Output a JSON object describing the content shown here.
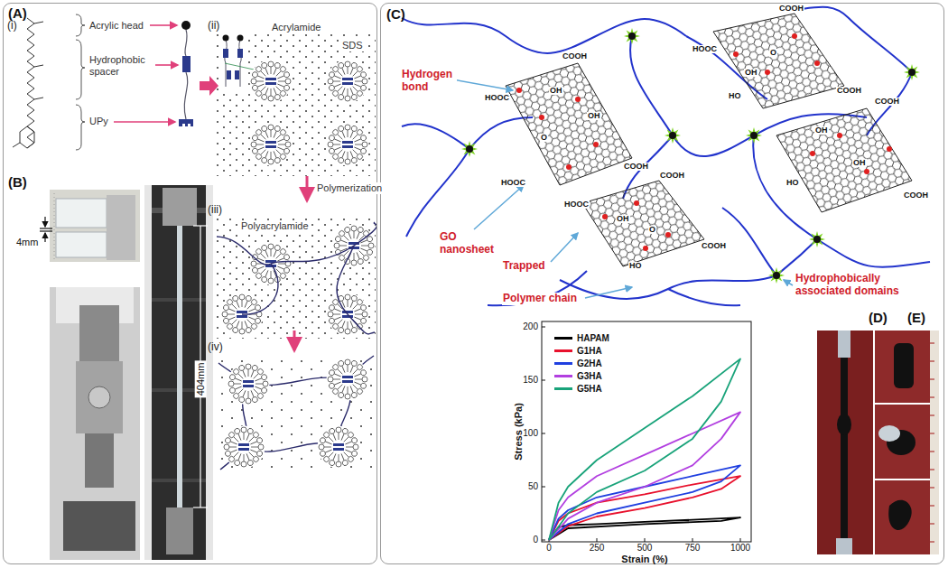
{
  "diagram": {
    "nodes": [
      {
        "text": [
          "(A)",
          "(B)"
        ]
      },
      {
        "text": [
          "(C)",
          "(D)",
          "(E)"
        ]
      }
    ],
    "labels": [
      "(i)",
      "Acrylic head",
      "Hydrophobic spacer",
      "UPy",
      "(ii)",
      "Acrylamide",
      "SDS",
      "Polymerization",
      "(iii)",
      "Polyacrylamide",
      "(iv)",
      "4mm",
      "404mm",
      "Hydrogen bond",
      "GO nanosheet",
      "Trapped",
      "Polymer chain",
      "Hydrophobically associated domains",
      "Stress (kPa)",
      "Strain (%)",
      "0",
      "50",
      "100",
      "150",
      "200",
      "0",
      "250",
      "500",
      "750",
      "1000",
      "COOH",
      "HOOC",
      "OH",
      "OH",
      "O",
      "HOOC",
      "COOH",
      "HOOC",
      "COOH",
      "O",
      "OH",
      "HO",
      "COOH",
      "COOH",
      "OH",
      "OH",
      "HO",
      "COOH",
      "HOOC",
      "COOH",
      "OH",
      "O",
      "HO",
      "COOH"
    ],
    "legend": [
      {
        "text": "HAPAM",
        "color": "#000000"
      },
      {
        "text": "G1HA",
        "color": "#e8112d"
      },
      {
        "text": "G2HA",
        "color": "#1f3fe0"
      },
      {
        "text": "G3HA",
        "color": "#b23fe0"
      },
      {
        "text": "G5HA",
        "color": "#19a37a"
      }
    ]
  }
}
